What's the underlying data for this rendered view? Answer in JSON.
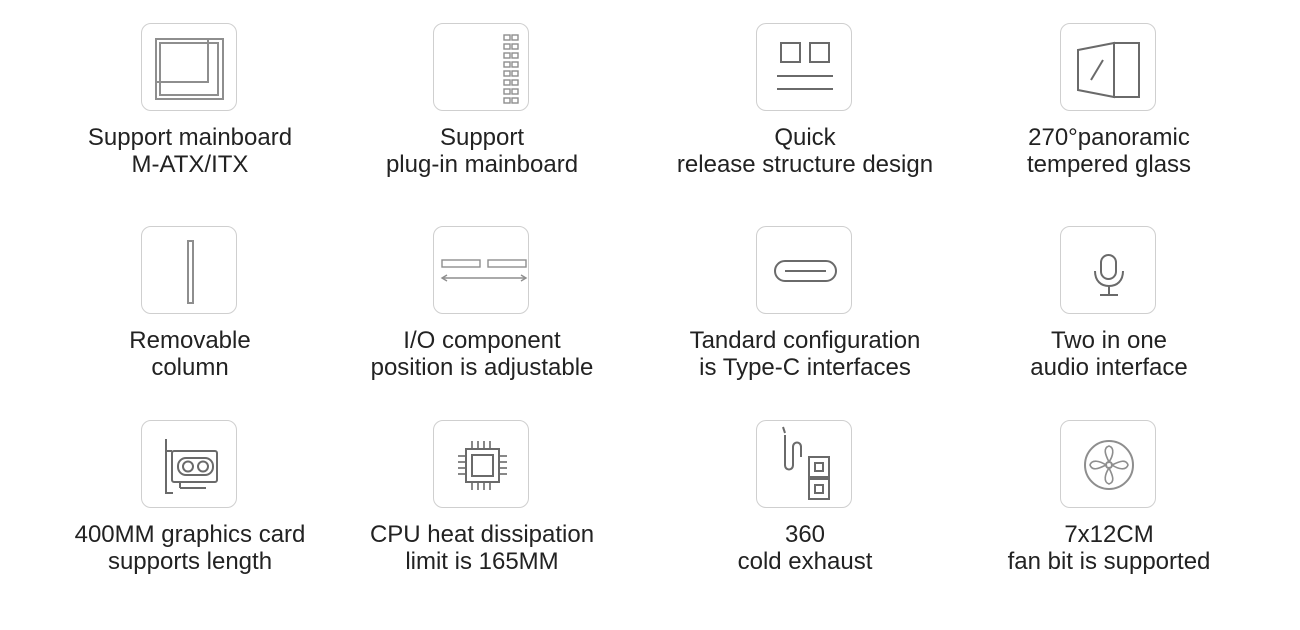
{
  "features": [
    {
      "icon": "mainboard-icon",
      "line1": "Support mainboard",
      "line2": "M-ATX/ITX"
    },
    {
      "icon": "plug-in-mainboard-icon",
      "line1": "Support",
      "line2": "plug-in mainboard"
    },
    {
      "icon": "quick-release-icon",
      "line1": "Quick",
      "line2": "release structure design"
    },
    {
      "icon": "tempered-glass-icon",
      "line1": "270°panoramic",
      "line2": "tempered glass"
    },
    {
      "icon": "column-icon",
      "line1": "Removable",
      "line2": "column"
    },
    {
      "icon": "io-adjust-icon",
      "line1": "I/O component",
      "line2": "position is adjustable"
    },
    {
      "icon": "type-c-icon",
      "line1": "Tandard configuration",
      "line2": "is Type-C interfaces"
    },
    {
      "icon": "microphone-icon",
      "line1": "Two in one",
      "line2": "audio interface"
    },
    {
      "icon": "graphics-card-icon",
      "line1": "400MM graphics card",
      "line2": "supports length"
    },
    {
      "icon": "cpu-icon",
      "line1": "CPU heat dissipation",
      "line2": "limit is 165MM"
    },
    {
      "icon": "radiator-icon",
      "line1": "360",
      "line2": "cold exhaust"
    },
    {
      "icon": "fan-icon",
      "line1": "7x12CM",
      "line2": "fan bit is supported"
    }
  ]
}
